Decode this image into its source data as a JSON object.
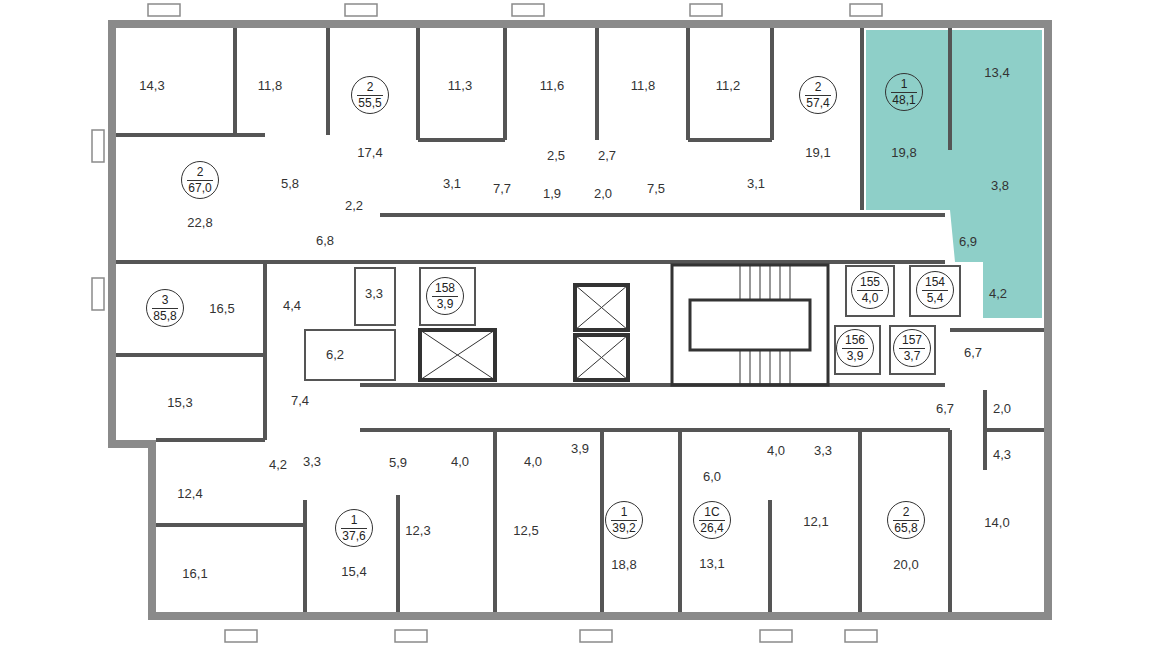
{
  "diagram": {
    "nodes": [
      {
        "text": [
          "2",
          "55,5"
        ]
      },
      {
        "text": [
          "2",
          "57,4"
        ]
      },
      {
        "text": [
          "1",
          "48,1"
        ]
      },
      {
        "text": [
          "2",
          "67,0"
        ]
      },
      {
        "text": [
          "158",
          "3,9"
        ]
      },
      {
        "text": [
          "155",
          "4,0"
        ]
      },
      {
        "text": [
          "154",
          "5,4"
        ]
      },
      {
        "text": [
          "3",
          "85,8"
        ]
      },
      {
        "text": [
          "156",
          "3,9"
        ]
      },
      {
        "text": [
          "157",
          "3,7"
        ]
      },
      {
        "text": [
          "1",
          "39,2"
        ]
      },
      {
        "text": [
          "1С",
          "26,4"
        ]
      },
      {
        "text": [
          "2",
          "65,8"
        ]
      },
      {
        "text": [
          "1",
          "37,6"
        ]
      }
    ],
    "labels": [
      "14,3",
      "11,8",
      "11,3",
      "11,6",
      "11,8",
      "11,2",
      "13,4",
      "17,4",
      "19,1",
      "19,8",
      "2,5",
      "2,7",
      "5,8",
      "3,1",
      "3,1",
      "3,8",
      "7,7",
      "7,5",
      "1,9",
      "2,0",
      "2,2",
      "22,8",
      "6,8",
      "6,9",
      "3,3",
      "4,2",
      "4,4",
      "16,5",
      "6,7",
      "6,2",
      "7,4",
      "15,3",
      "6,7",
      "2,0",
      "3,9",
      "4,0",
      "3,3",
      "4,3",
      "5,9",
      "4,0",
      "4,0",
      "3,3",
      "4,2",
      "6,0",
      "12,4",
      "12,1",
      "14,0",
      "12,3",
      "12,5",
      "13,1",
      "18,8",
      "20,0",
      "15,4",
      "16,1"
    ]
  }
}
